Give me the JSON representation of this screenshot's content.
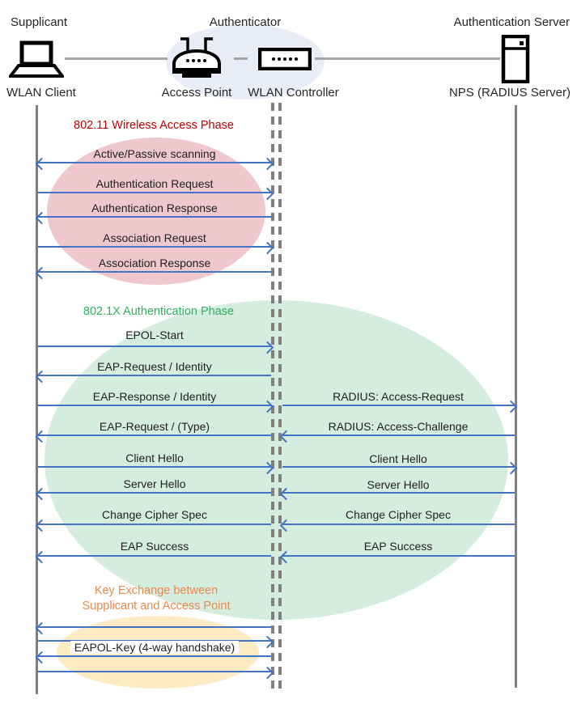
{
  "header": {
    "roles": [
      {
        "label": "Supplicant"
      },
      {
        "label": "Authenticator"
      },
      {
        "label": "Authentication Server"
      }
    ]
  },
  "nodes": [
    {
      "label": "WLAN Client",
      "icon": "laptop-icon"
    },
    {
      "label": "Access Point",
      "icon": "access-point-icon"
    },
    {
      "label": "WLAN Controller",
      "icon": "wlan-controller-icon"
    },
    {
      "label": "NPS (RADIUS Server)",
      "icon": "server-icon"
    }
  ],
  "phases": [
    {
      "title": "802.11 Wireless Access Phase",
      "title_color": "#C00000",
      "ellipse_color": "#EFC8CD",
      "messages": [
        {
          "label": "Active/Passive scanning",
          "direction": "both"
        },
        {
          "label": "Authentication Request",
          "direction": "right"
        },
        {
          "label": "Authentication Response",
          "direction": "left"
        },
        {
          "label": "Association Request",
          "direction": "right"
        },
        {
          "label": "Association Response",
          "direction": "left"
        }
      ]
    },
    {
      "title": "802.1X Authentication Phase",
      "title_color": "#2DB05F",
      "ellipse_color": "#D5EDDE",
      "client_messages": [
        {
          "label": "EPOL-Start",
          "direction": "right"
        },
        {
          "label": "EAP-Request / Identity",
          "direction": "left"
        },
        {
          "label": "EAP-Response / Identity",
          "direction": "right"
        },
        {
          "label": "EAP-Request / (Type)",
          "direction": "left"
        },
        {
          "label": "Client Hello",
          "direction": "right"
        },
        {
          "label": "Server Hello",
          "direction": "left"
        },
        {
          "label": "Change Cipher Spec",
          "direction": "left"
        },
        {
          "label": "EAP Success",
          "direction": "left"
        }
      ],
      "radius_messages": [
        {
          "label": "RADIUS: Access-Request",
          "direction": "right"
        },
        {
          "label": "RADIUS: Access-Challenge",
          "direction": "left"
        },
        {
          "label": "Client Hello",
          "direction": "right"
        },
        {
          "label": "Server Hello",
          "direction": "left"
        },
        {
          "label": "Change Cipher Spec",
          "direction": "left"
        },
        {
          "label": "EAP Success",
          "direction": "left"
        }
      ]
    },
    {
      "title_lines": [
        "Key Exchange between",
        "Supplicant and Access Point"
      ],
      "title_color": "#E78A4D",
      "ellipse_color": "#FDEBC4",
      "messages": [
        {
          "label": "",
          "direction": "left"
        },
        {
          "label": "",
          "direction": "right"
        },
        {
          "label": "EAPOL-Key (4-way handshake)",
          "direction": "left"
        },
        {
          "label": "",
          "direction": "right"
        }
      ]
    }
  ],
  "colors": {
    "arrow": "#4472C4",
    "lifeline": "#7F7F7F",
    "connector": "#A6A6A6",
    "authenticator_ellipse": "#E9EDF7"
  }
}
